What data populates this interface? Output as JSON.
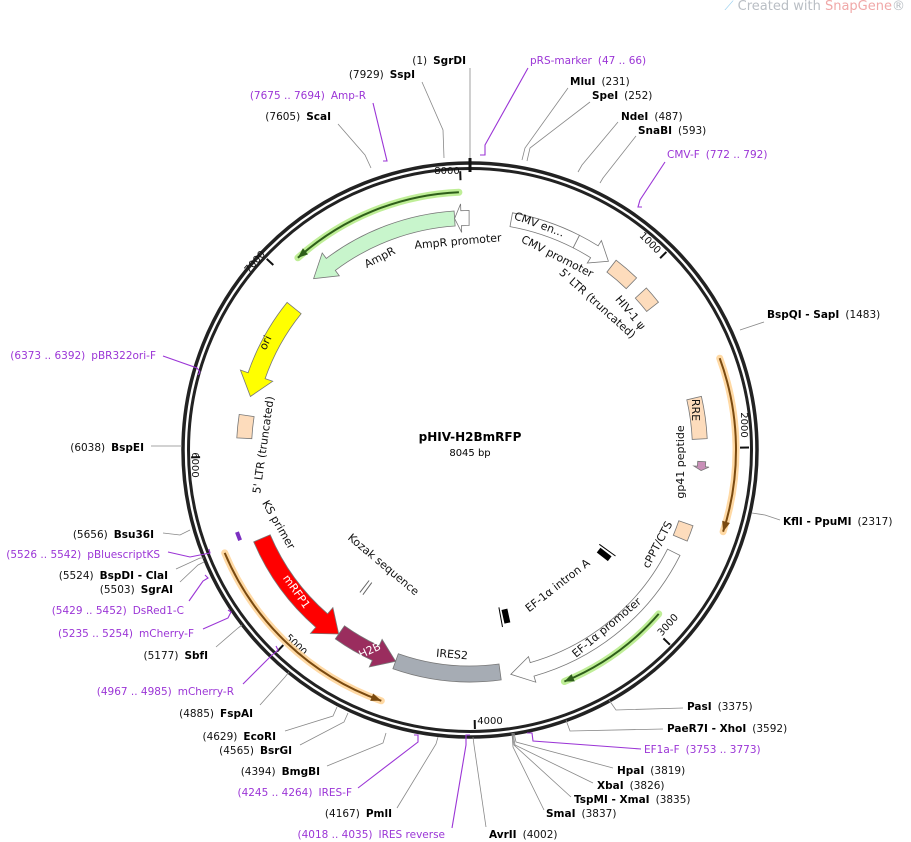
{
  "watermark": {
    "prefix": "Created with ",
    "brand": "SnapGene",
    "suffix": "®"
  },
  "plasmid": {
    "name": "pHIV-H2BmRFP",
    "length_label": "8045 bp",
    "length": 8045
  },
  "ticks": [
    "1000",
    "2000",
    "3000",
    "4000",
    "5000",
    "6000",
    "7000",
    "8000"
  ],
  "sites": [
    {
      "name": "SgrDI",
      "pos": "(1)",
      "bp": 1
    },
    {
      "name": "SspI",
      "pos": "(7929)",
      "bp": 7929
    },
    {
      "name": "ScaI",
      "pos": "(7605)",
      "bp": 7605
    },
    {
      "name": "MluI",
      "pos": "(231)",
      "bp": 231
    },
    {
      "name": "SpeI",
      "pos": "(252)",
      "bp": 252
    },
    {
      "name": "NdeI",
      "pos": "(487)",
      "bp": 487
    },
    {
      "name": "SnaBI",
      "pos": "(593)",
      "bp": 593
    },
    {
      "name": "BspQI  - SapI",
      "pos": "(1483)",
      "bp": 1483
    },
    {
      "name": "KflI  - PpuMI",
      "pos": "(2317)",
      "bp": 2317
    },
    {
      "name": "PasI",
      "pos": "(3375)",
      "bp": 3375
    },
    {
      "name": "PaeR7I  - XhoI",
      "pos": "(3592)",
      "bp": 3592
    },
    {
      "name": "HpaI",
      "pos": "(3819)",
      "bp": 3819
    },
    {
      "name": "XbaI",
      "pos": "(3826)",
      "bp": 3826
    },
    {
      "name": "TspMI  - XmaI",
      "pos": "(3835)",
      "bp": 3835
    },
    {
      "name": "SmaI",
      "pos": "(3837)",
      "bp": 3837
    },
    {
      "name": "AvrII",
      "pos": "(4002)",
      "bp": 4002
    },
    {
      "name": "PmlI",
      "pos": "(4167)",
      "bp": 4167
    },
    {
      "name": "BmgBI",
      "pos": "(4394)",
      "bp": 4394
    },
    {
      "name": "BsrGI",
      "pos": "(4565)",
      "bp": 4565
    },
    {
      "name": "EcoRI",
      "pos": "(4629)",
      "bp": 4629
    },
    {
      "name": "FspAI",
      "pos": "(4885)",
      "bp": 4885
    },
    {
      "name": "SbfI",
      "pos": "(5177)",
      "bp": 5177
    },
    {
      "name": "SgrAI",
      "pos": "(5503)",
      "bp": 5503
    },
    {
      "name": "BspDI  - ClaI",
      "pos": "(5524)",
      "bp": 5524
    },
    {
      "name": "Bsu36I",
      "pos": "(5656)",
      "bp": 5656
    },
    {
      "name": "BspEI",
      "pos": "(6038)",
      "bp": 6038
    }
  ],
  "primers": [
    {
      "name": "pRS-marker",
      "range": "(47 .. 66)"
    },
    {
      "name": "Amp-R",
      "range": "(7675 .. 7694)"
    },
    {
      "name": "CMV-F",
      "range": "(772 .. 792)"
    },
    {
      "name": "EF1a-F",
      "range": "(3753 .. 3773)"
    },
    {
      "name": "IRES-F",
      "range": "(4245 .. 4264)"
    },
    {
      "name": "IRES reverse",
      "range": "(4018 .. 4035)"
    },
    {
      "name": "mCherry-R",
      "range": "(4967 .. 4985)"
    },
    {
      "name": "mCherry-F",
      "range": "(5235 .. 5254)"
    },
    {
      "name": "DsRed1-C",
      "range": "(5429 .. 5452)"
    },
    {
      "name": "pBluescriptKS",
      "range": "(5526 .. 5542)"
    },
    {
      "name": "pBR322ori-F",
      "range": "(6373 .. 6392)"
    }
  ],
  "features": [
    {
      "id": "ampr",
      "name": "AmpR",
      "start": 7098,
      "end": 7960,
      "dir": "ccw",
      "color": "#c8f5cc"
    },
    {
      "id": "ampr_promoter",
      "name": "AmpR promoter",
      "start": 7960,
      "end": 8040,
      "dir": "ccw",
      "color": "#ffffff"
    },
    {
      "id": "cmv_enh",
      "name": "CMV en...",
      "start": 227,
      "end": 604,
      "dir": "none",
      "color": "#ffffff"
    },
    {
      "id": "cmv_prom",
      "name": "CMV promoter",
      "start": 604,
      "end": 810,
      "dir": "cw",
      "color": "#ffffff"
    },
    {
      "id": "ltr5",
      "name": "5' LTR (truncated)",
      "start": 840,
      "end": 985,
      "dir": "none",
      "color": "#fddcbc"
    },
    {
      "id": "psi",
      "name": "HIV-1 ψ",
      "start": 1060,
      "end": 1160,
      "dir": "none",
      "color": "#fddcbc"
    },
    {
      "id": "rre",
      "name": "RRE",
      "start": 1720,
      "end": 1950,
      "dir": "none",
      "color": "#fddcbc"
    },
    {
      "id": "gp41",
      "name": "gp41 peptide",
      "start": 2075,
      "end": 2125,
      "dir": "cw",
      "color": "#c98fb8"
    },
    {
      "id": "cppt",
      "name": "cPPT/CTS",
      "start": 2430,
      "end": 2520,
      "dir": "none",
      "color": "#fddcbc"
    },
    {
      "id": "ef1a_prom",
      "name": "EF-1α promoter",
      "start": 2607,
      "end": 3792,
      "dir": "cw",
      "color": "#ffffff"
    },
    {
      "id": "ires2",
      "name": "IRES2",
      "start": 3850,
      "end": 4456,
      "dir": "none",
      "color": "#a6acb4"
    },
    {
      "id": "h2b",
      "name": "H2B",
      "start": 4456,
      "end": 4816,
      "dir": "ccw",
      "color": "#9a2d5e"
    },
    {
      "id": "mrfp1",
      "name": "mRFP1",
      "start": 4816,
      "end": 5520,
      "dir": "ccw",
      "color": "#ff0000"
    },
    {
      "id": "ori",
      "name": "ori",
      "start": 6340,
      "end": 6903,
      "dir": "ccw",
      "color": "#ffff00"
    },
    {
      "id": "ltr5_left",
      "name": "5' LTR (truncated)",
      "start": 6100,
      "end": 6230,
      "dir": "none",
      "color": "#fddcbc"
    }
  ],
  "annotations": {
    "ef1a_intron": {
      "name": "EF-1α intron A",
      "start": 2858,
      "end": 3750
    },
    "kozak": {
      "name": "Kozak sequence",
      "bp": 4852
    },
    "ks_primer": {
      "name": "KS primer",
      "start": 5555,
      "end": 5600
    }
  },
  "orfs": [
    {
      "id": "orf_ampr",
      "start": 7110,
      "end": 7990,
      "dir": "ccw",
      "color": "#2e5e1a",
      "glow": "#b8ec8c"
    },
    {
      "id": "orf_ef1a",
      "start": 2927,
      "end": 3527,
      "dir": "cw",
      "color": "#2e5e1a",
      "glow": "#b8ec8c"
    },
    {
      "id": "orf_rre",
      "start": 1560,
      "end": 2411,
      "dir": "cw",
      "color": "#7a4a10",
      "glow": "#ffd59a"
    },
    {
      "id": "orf_mrfp",
      "start": 4458,
      "end": 5525,
      "dir": "ccw",
      "color": "#7a4a10",
      "glow": "#ffd59a"
    }
  ]
}
